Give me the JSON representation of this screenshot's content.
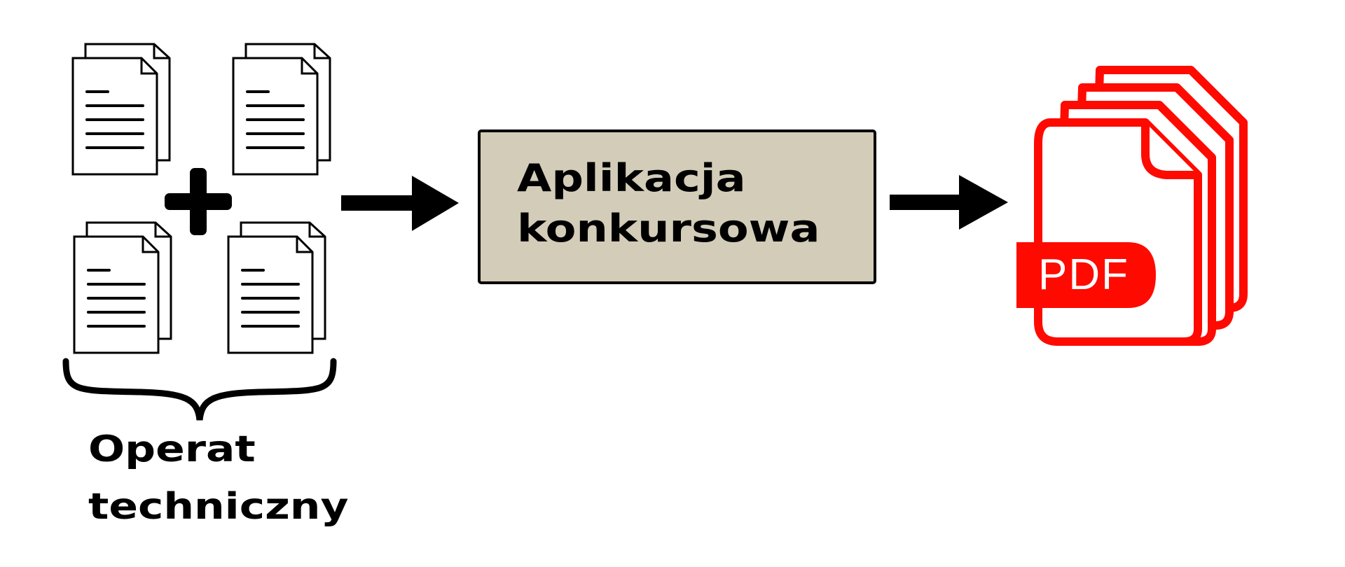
{
  "source_group": {
    "label_line1": "Operat",
    "label_line2": "techniczny",
    "document_count": 4
  },
  "process_box": {
    "label_line1": "Aplikacja",
    "label_line2": "konkursowa",
    "fill": "#d3ccb8"
  },
  "output": {
    "badge": "PDF",
    "color": "#ff0a00"
  }
}
